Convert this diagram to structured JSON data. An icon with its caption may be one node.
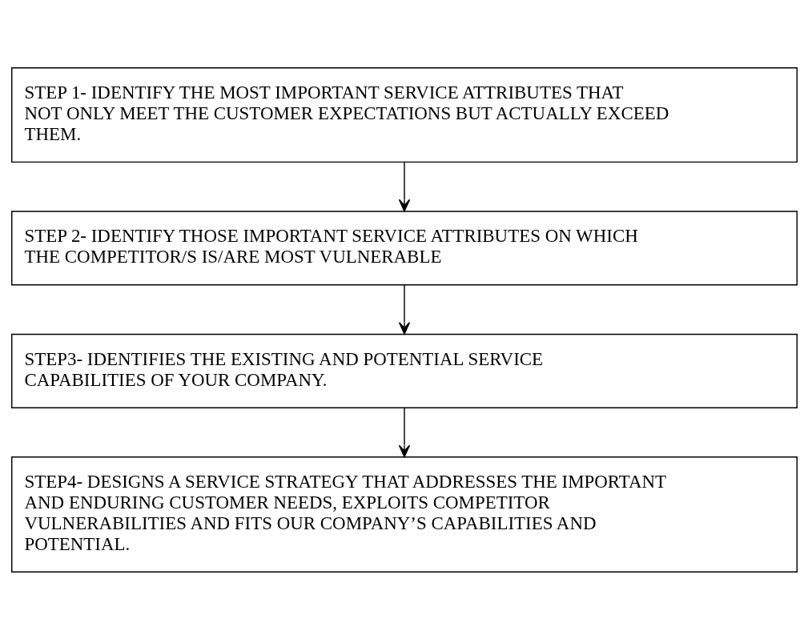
{
  "diagram": {
    "nodes": [
      {
        "text": [
          "STEP 1- IDENTIFY THE MOST IMPORTANT SERVICE ATTRIBUTES THAT NOT ONLY MEET THE CUSTOMER EXPECTATIONS BUT ACTUALLY EXCEED THEM."
        ]
      },
      {
        "text": [
          "STEP 2- IDENTIFY THOSE IMPORTANT SERVICE ATTRIBUTES ON WHICH THE COMPETITOR/S IS/ARE MOST VULNERABLE"
        ]
      },
      {
        "text": [
          "STEP3- IDENTIFIES THE EXISTING AND POTENTIAL SERVICE CAPABILITIES OF YOUR COMPANY."
        ]
      },
      {
        "text": [
          "STEP4- DESIGNS A SERVICE STRATEGY THAT ADDRESSES THE IMPORTANT AND ENDURING CUSTOMER NEEDS, EXPLOITS COMPETITOR VULNERABILITIES AND FITS OUR COMPANY’S CAPABILITIES AND POTENTIAL."
        ]
      }
    ],
    "edges": [
      {
        "from": 0,
        "to": 1,
        "arrow": "to"
      },
      {
        "from": 1,
        "to": 2,
        "arrow": "to"
      },
      {
        "from": 2,
        "to": 3,
        "arrow": "to"
      }
    ]
  }
}
